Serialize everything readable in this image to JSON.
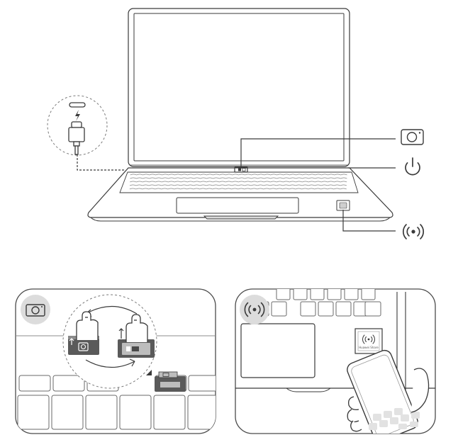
{
  "colors": {
    "line": "#3a3a3a",
    "light_line": "#8c8c8c",
    "panel_border": "#4a4a4a",
    "badge_fill": "#dcdcdc",
    "key_fill": "#ffffff",
    "device_dark": "#5a5a5a",
    "device_light": "#bdbdbd",
    "hand_fill": "#ffffff"
  },
  "callouts": [
    {
      "id": "camera",
      "icon": "camera-icon"
    },
    {
      "id": "power",
      "icon": "power-icon"
    },
    {
      "id": "nfc",
      "icon": "nfc-icon"
    }
  ],
  "charger": {
    "icon": "usb-c-charger-icon",
    "bolt": "lightning-bolt-icon"
  },
  "panels": [
    {
      "id": "camera-panel",
      "badge_icon": "camera-icon"
    },
    {
      "id": "nfc-panel",
      "badge_icon": "nfc-icon"
    }
  ],
  "nfc_sticker_text": "Huawei Share"
}
